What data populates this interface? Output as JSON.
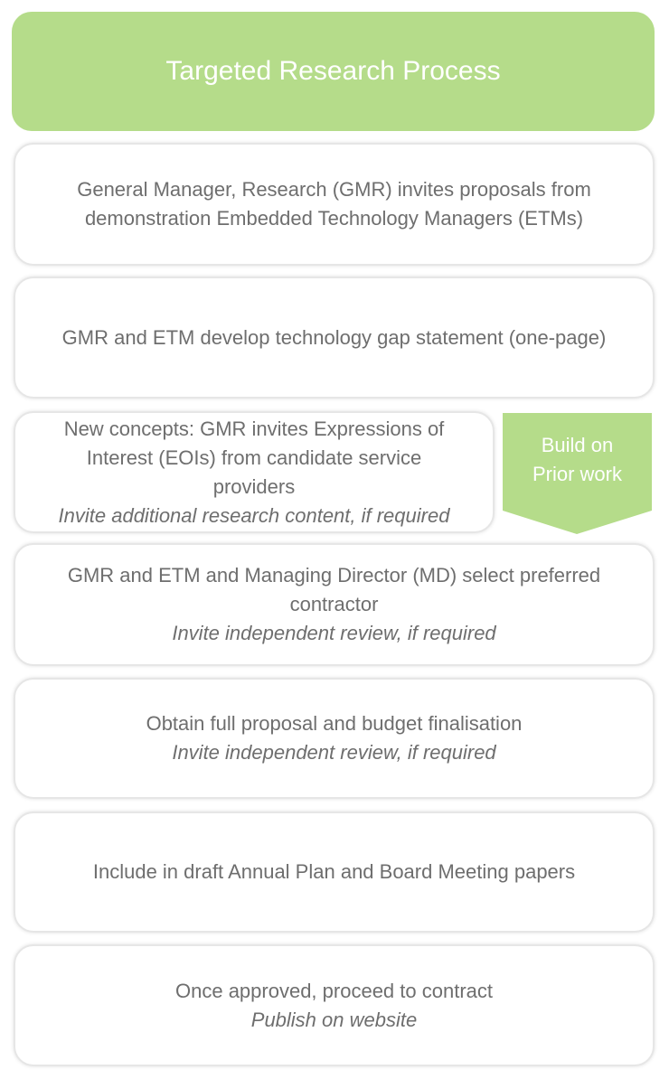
{
  "title": "Targeted Research Process",
  "steps": [
    {
      "lines": [
        "General Manager, Research (GMR) invites proposals from demonstration Embedded Technology Managers (ETMs)"
      ],
      "note": ""
    },
    {
      "lines": [
        "GMR and ETM develop technology gap statement (one-page)"
      ],
      "note": ""
    },
    {
      "lines": [
        "New concepts: GMR invites Expressions of Interest (EOIs) from  candidate service providers"
      ],
      "note": "Invite additional research content, if required"
    },
    {
      "lines": [
        "GMR and ETM and Managing Director (MD) select preferred contractor"
      ],
      "note": "Invite independent review, if required"
    },
    {
      "lines": [
        "Obtain full proposal and budget finalisation"
      ],
      "note": "Invite independent review, if required"
    },
    {
      "lines": [
        "Include in draft Annual Plan and Board Meeting papers"
      ],
      "note": ""
    },
    {
      "lines": [
        "Once approved, proceed to contract"
      ],
      "note": "Publish on website"
    }
  ],
  "side_arrow": {
    "line1": "Build on",
    "line2": "Prior work"
  },
  "colors": {
    "accent": "#b5dc8a",
    "text": "#6e6e6e"
  }
}
